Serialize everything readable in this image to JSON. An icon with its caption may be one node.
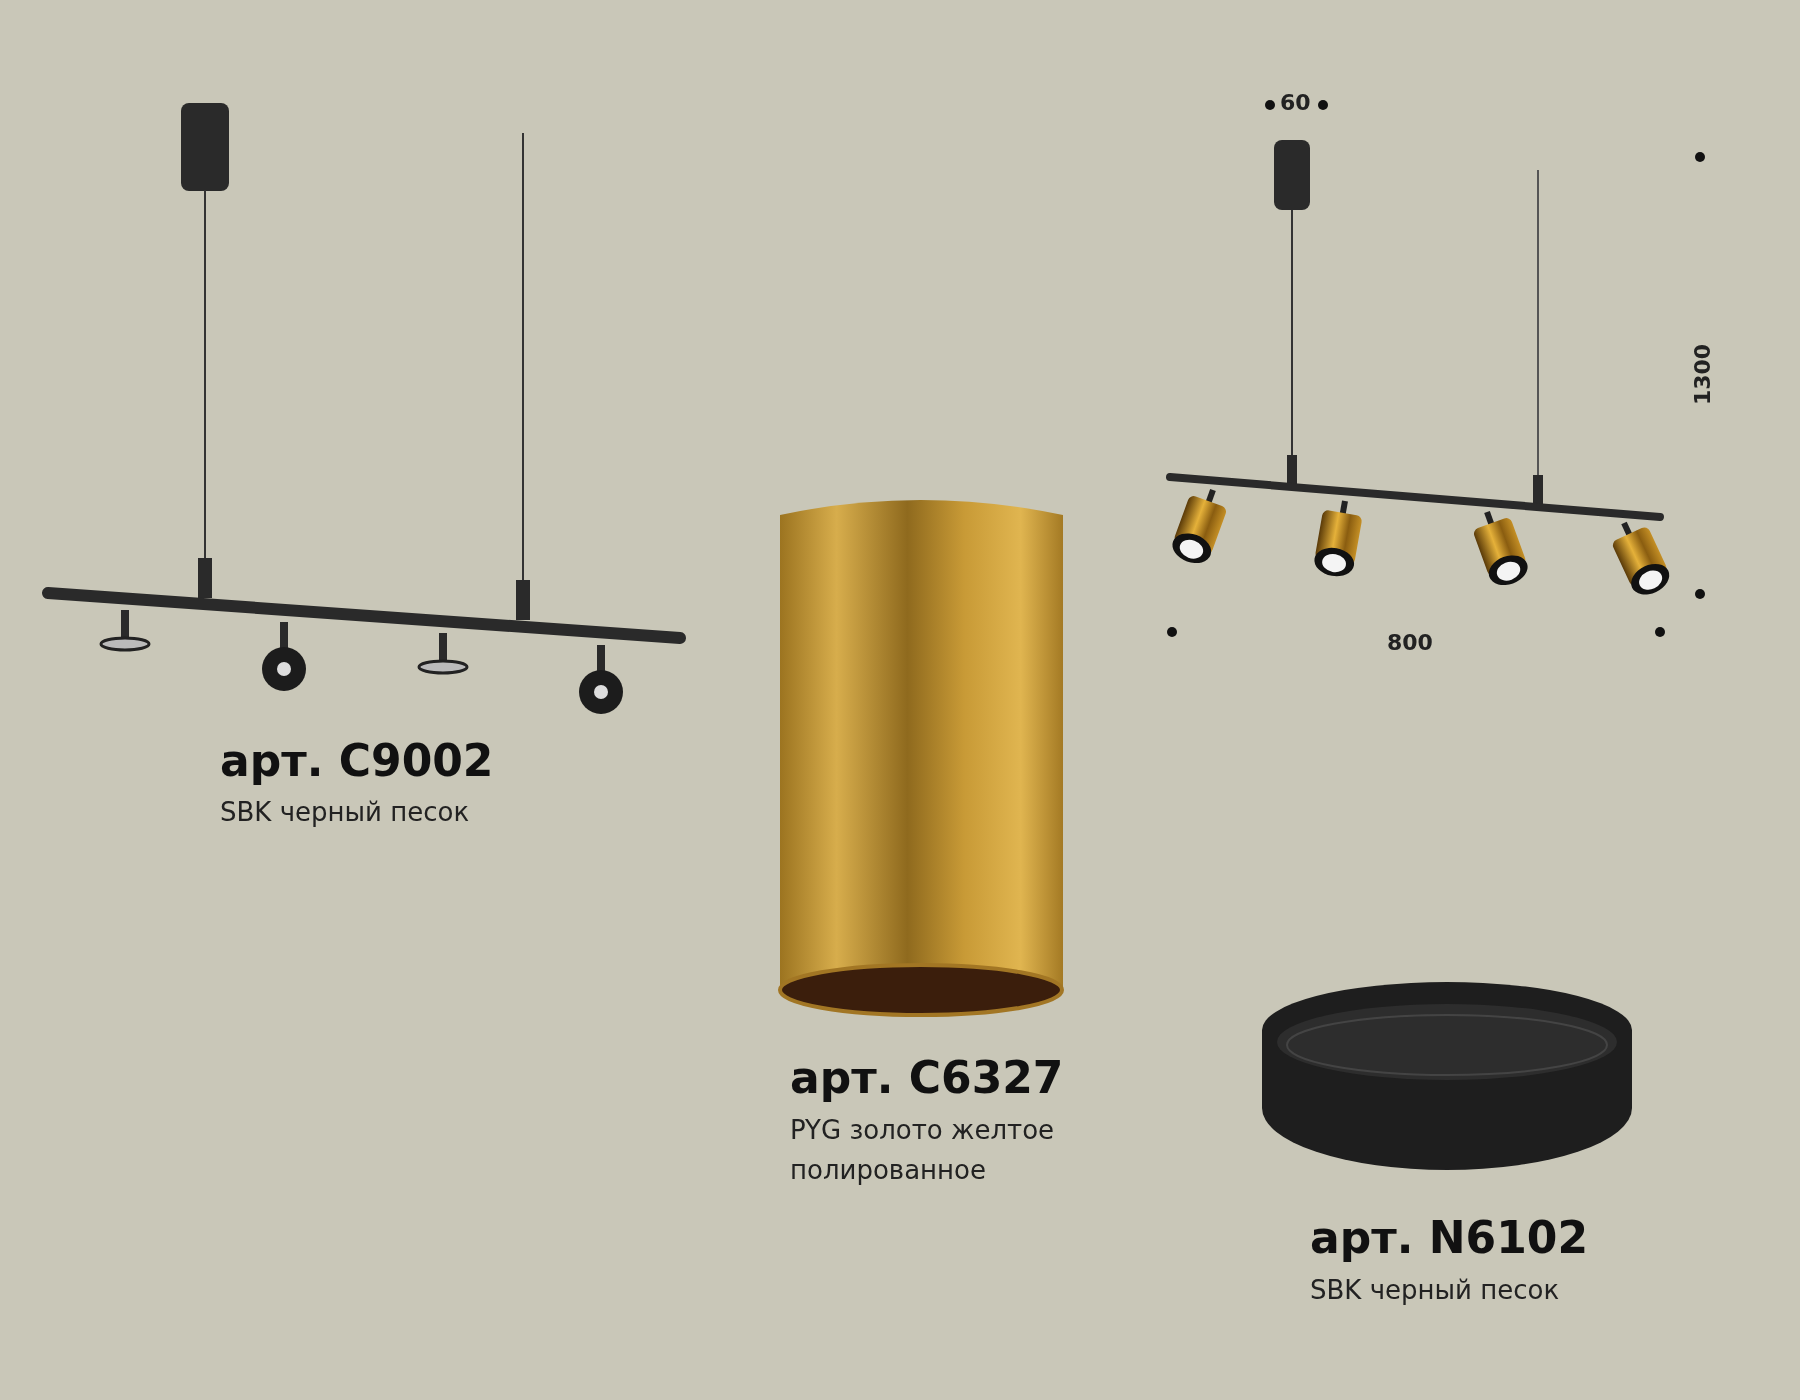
{
  "diagram": {
    "labels": [
      "60",
      "1300",
      "800",
      "арт. C9002",
      "SBK черный песок",
      "арт. C6327",
      "PYG золото желтое полированное",
      "арт. N6102",
      "SBK черный песок"
    ]
  }
}
